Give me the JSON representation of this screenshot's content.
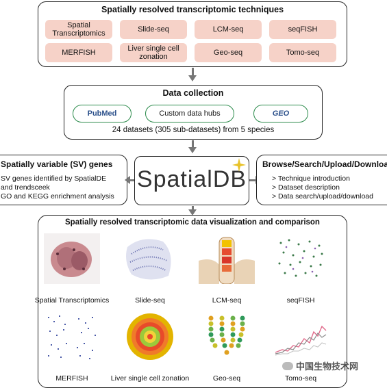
{
  "techniques": {
    "title": "Spatially resolved transcriptomic techniques",
    "items": [
      "Spatial Transcriptomics",
      "Slide-seq",
      "LCM-seq",
      "seqFISH",
      "MERFISH",
      "Liver single cell zonation",
      "Geo-seq",
      "Tomo-seq"
    ]
  },
  "collection": {
    "title": "Data collection",
    "pubmed_logo": "PubMed",
    "custom": "Custom data hubs",
    "geo_logo": "GEO",
    "summary": "24 datasets (305 sub-datasets) from 5 species"
  },
  "sv_genes": {
    "title": "Spatially variable (SV) genes",
    "line1": "SV genes identified by SpatialDE",
    "line2": "and trendsceek",
    "line3": "GO and KEGG enrichment analysis"
  },
  "center": {
    "logo": "SpatialDB"
  },
  "browse": {
    "title": "Browse/Search/Upload/Download",
    "items": [
      "> Technique introduction",
      "> Dataset description",
      "> Data search/upload/download"
    ]
  },
  "visualization": {
    "title": "Spatially resolved transcriptomic data visualization and comparison",
    "captions": [
      "Spatial Transcriptomics",
      "Slide-seq",
      "LCM-seq",
      "seqFISH",
      "MERFISH",
      "Liver single cell zonation",
      "Geo-seq",
      "Tomo-seq"
    ]
  },
  "watermark": "中国生物技术网",
  "colors": {
    "chip": "#f6d2c8",
    "pill_border": "#2a8a4a",
    "accent": "#2a6cd1"
  }
}
